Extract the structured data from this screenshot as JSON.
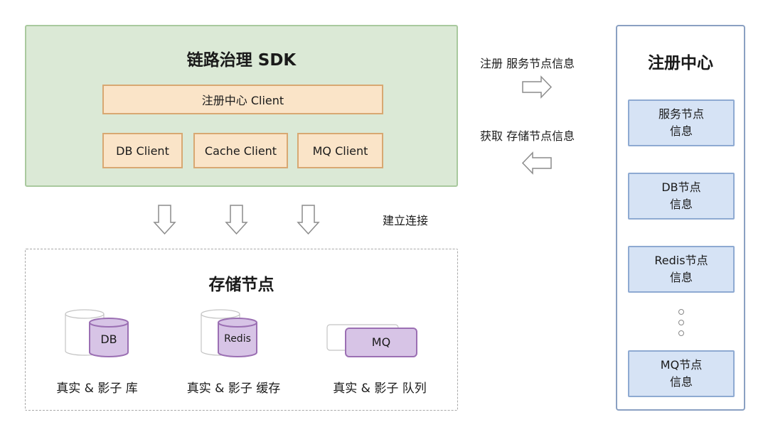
{
  "sdk": {
    "title": "链路治理 SDK",
    "registry_client": "注册中心  Client",
    "clients": [
      "DB Client",
      "Cache Client",
      "MQ Client"
    ]
  },
  "connect_label": "建立连接",
  "storage": {
    "title": "存储节点",
    "nodes": [
      {
        "label": "DB",
        "caption": "真实 & 影子 库"
      },
      {
        "label": "Redis",
        "caption": "真实 & 影子 缓存"
      },
      {
        "label": "MQ",
        "caption": "真实 & 影子 队列"
      }
    ]
  },
  "arrows": {
    "register": "注册 服务节点信息",
    "fetch": "获取 存储节点信息"
  },
  "registry": {
    "title": "注册中心",
    "items": [
      {
        "line1": "服务节点",
        "line2": "信息"
      },
      {
        "line1": "DB节点",
        "line2": "信息"
      },
      {
        "line1": "Redis节点",
        "line2": "信息"
      },
      {
        "line1": "MQ节点",
        "line2": "信息"
      }
    ]
  },
  "colors": {
    "sdk_fill": "#dbe9d6",
    "client_fill": "#fae4c8",
    "registry_item_fill": "#d6e3f5",
    "storage_fill": "#d7c4e6"
  }
}
